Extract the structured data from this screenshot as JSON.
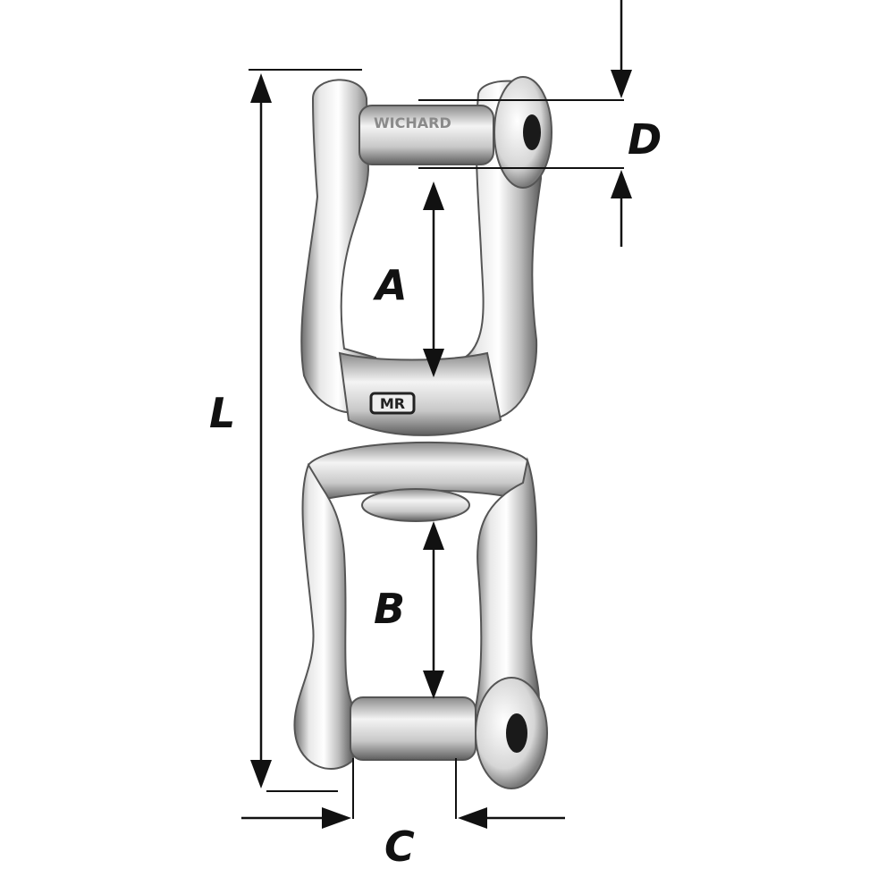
{
  "labels": {
    "overall_length": "L",
    "upper_inside_length": "A",
    "lower_inside_length": "B",
    "pin_spacing_width": "C",
    "pin_diameter": "D"
  },
  "engravings": {
    "pin_brand": "WICHARD",
    "body_mark": "MR"
  }
}
